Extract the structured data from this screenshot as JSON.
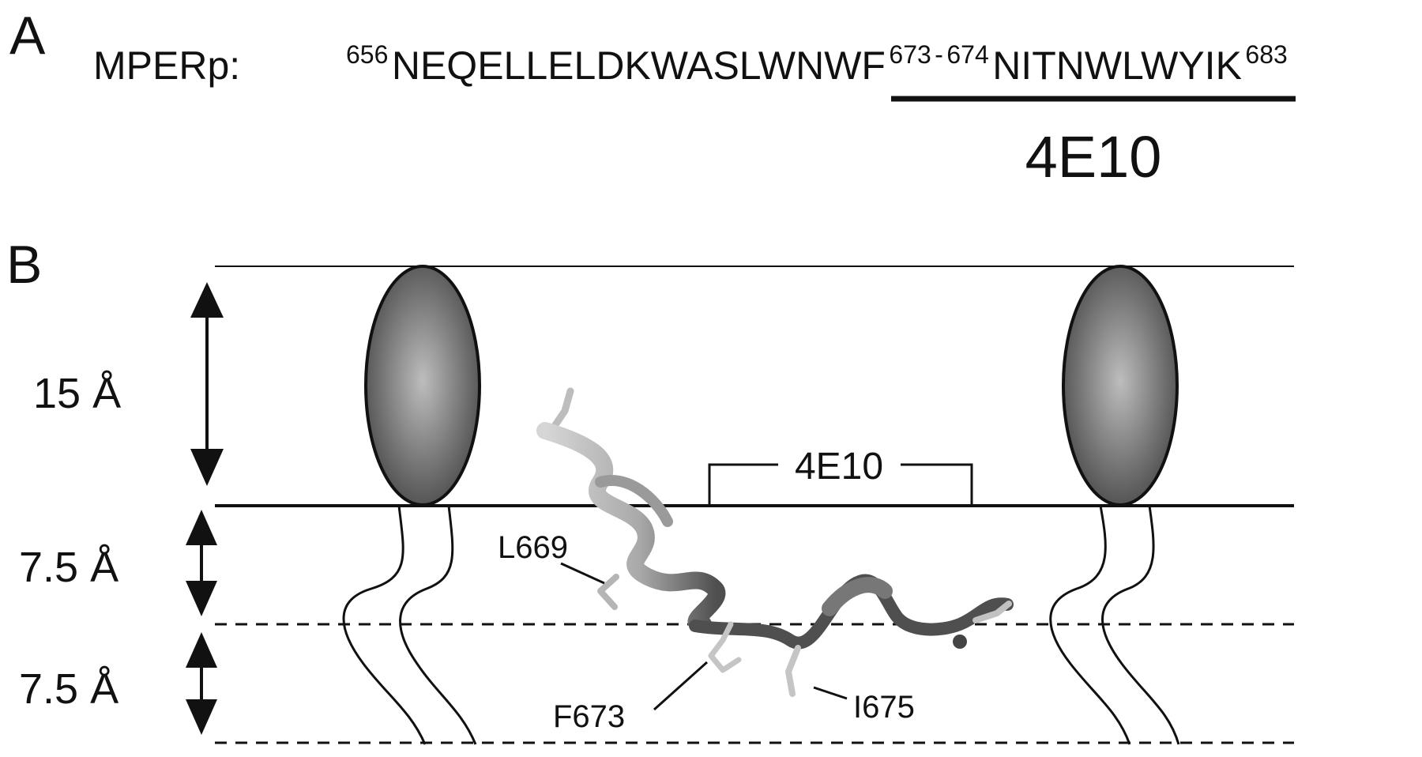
{
  "panelA": {
    "letter": "A",
    "label": "MPERp:",
    "sequence": {
      "start_num": "656",
      "seg1": "NEQELLELDKWASLWNWF",
      "num2": "673",
      "dash": "-",
      "num3": "674",
      "seg2": "NITNWLWYIK",
      "end_num": "683"
    },
    "epitope_label": "4E10"
  },
  "panelB": {
    "letter": "B",
    "distances": [
      "15 Å",
      "7.5 Å",
      "7.5 Å"
    ],
    "epitope_bracket_label": "4E10",
    "residues": [
      "L669",
      "F673",
      "I675"
    ]
  },
  "colors": {
    "ink": "#111111",
    "headgroup_light": "#b8b8b8",
    "headgroup_dark": "#454545",
    "helix_light": "#cfcfcf",
    "helix_dark": "#4a4a4a"
  }
}
